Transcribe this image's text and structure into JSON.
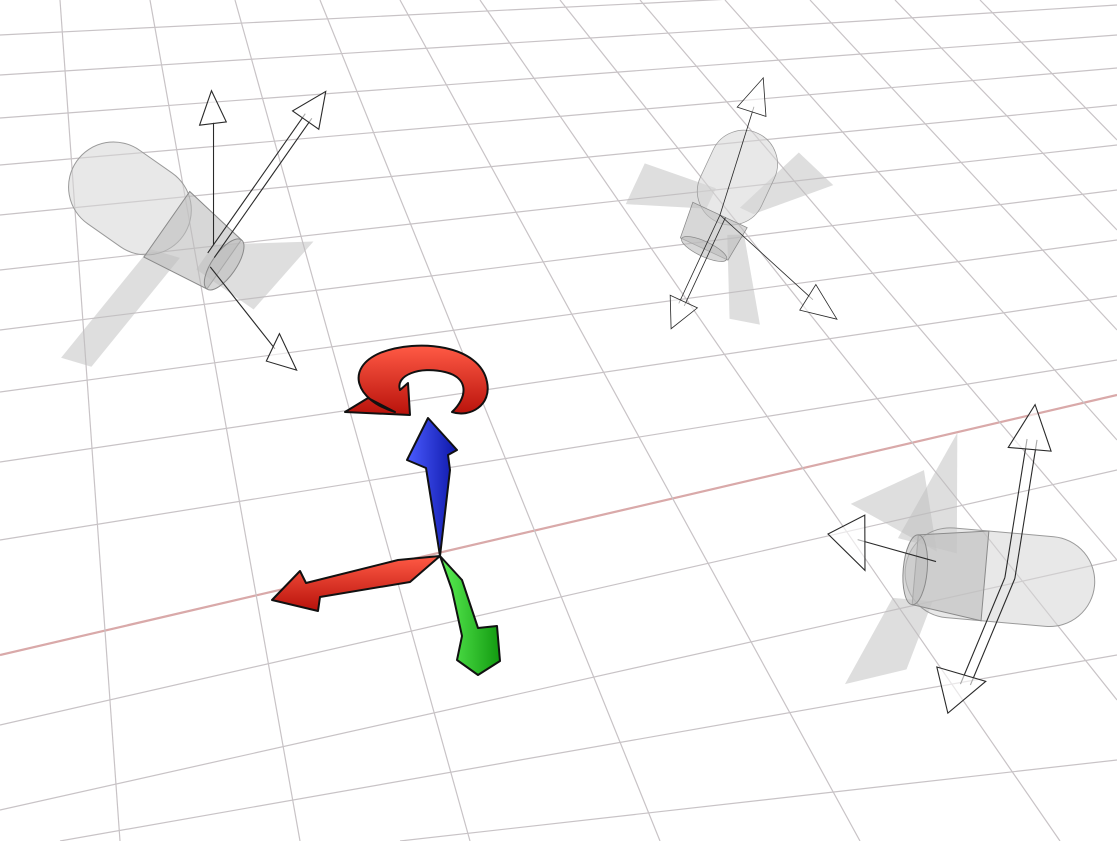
{
  "viewport": {
    "background": "#ffffff",
    "grid_color": "#c8c3c6",
    "grid_accent_color": "#d9a9a9"
  },
  "gizmo": {
    "rotate_handle": {
      "icon": "rotate-arrow-icon",
      "color": "#e8261b"
    },
    "axis_x": {
      "icon": "x-axis-arrow-icon",
      "color": "#e3241c"
    },
    "axis_y": {
      "icon": "y-axis-arrow-icon",
      "color": "#22c41e"
    },
    "axis_z": {
      "icon": "z-axis-arrow-icon",
      "color": "#1f2fe0"
    }
  },
  "ghost_objects": [
    {
      "name": "ghost-rocket-top-left",
      "icon": "rocket-ghost-icon"
    },
    {
      "name": "ghost-rocket-top-right",
      "icon": "rocket-ghost-icon"
    },
    {
      "name": "ghost-rocket-bottom-right",
      "icon": "rocket-ghost-icon"
    }
  ]
}
